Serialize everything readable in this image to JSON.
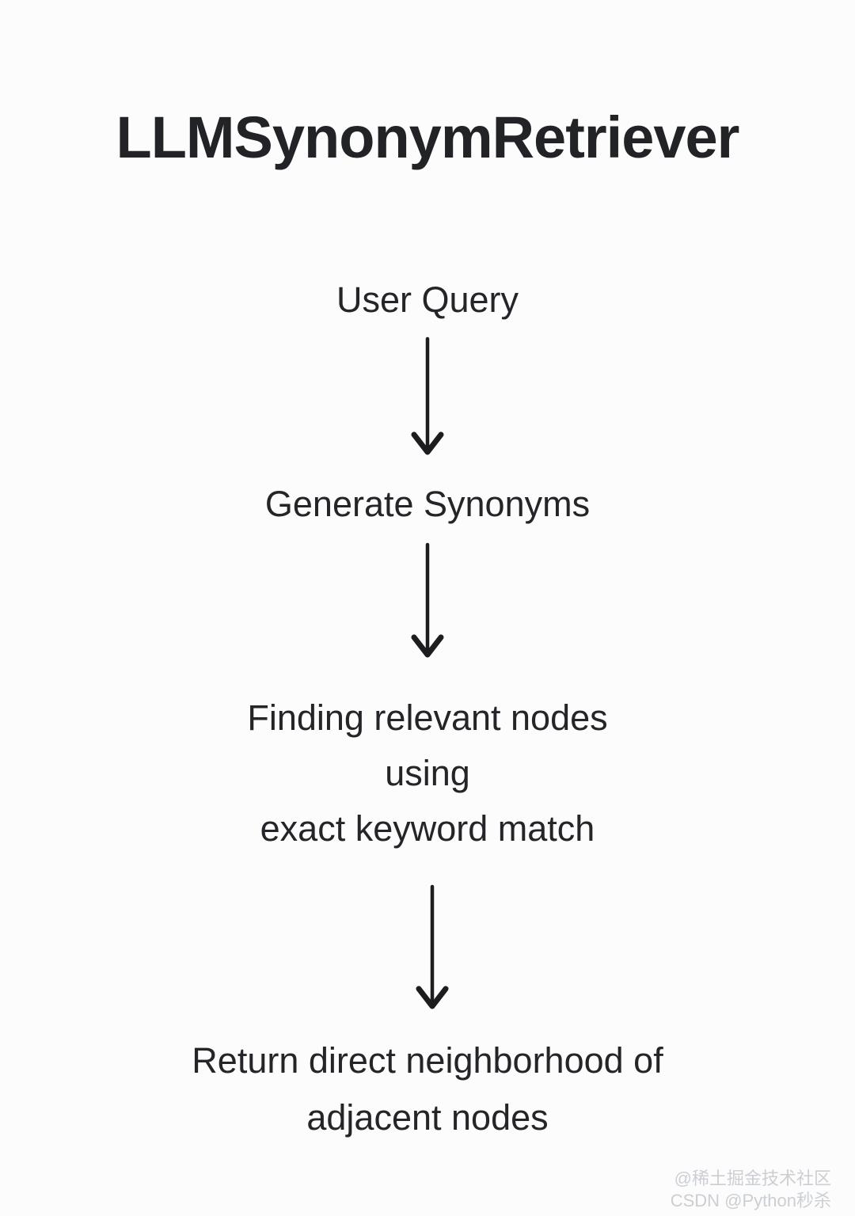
{
  "diagram": {
    "title": "LLMSynonymRetriever",
    "steps": [
      {
        "lines": [
          "User Query"
        ]
      },
      {
        "lines": [
          "Generate Synonyms"
        ]
      },
      {
        "lines": [
          "Finding relevant nodes",
          "using",
          "exact keyword match"
        ]
      },
      {
        "lines": [
          "Return direct neighborhood of",
          "adjacent nodes"
        ]
      }
    ],
    "colors": {
      "background": "#fcfcfc",
      "text": "#242528",
      "title": "#222326",
      "arrow": "#1d1d1f",
      "watermark": "#cbcfd4"
    },
    "watermark": {
      "line1": "@稀土掘金技术社区",
      "line2": "CSDN @Python秒杀"
    }
  }
}
